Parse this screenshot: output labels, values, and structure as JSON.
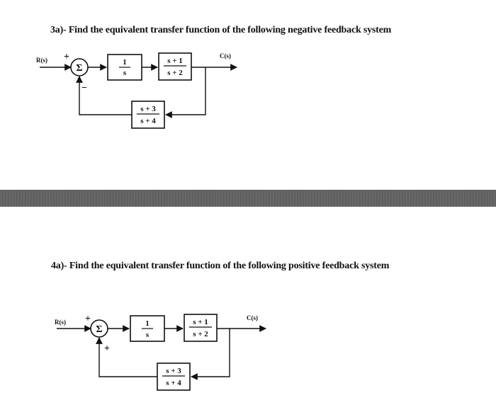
{
  "problems": [
    {
      "title": "3a)- Find the equivalent transfer function of the following negative feedback system",
      "input_label": "R(s)",
      "output_label": "C(s)",
      "summing_symbol": "Σ",
      "sum_sign_top": "+",
      "sum_sign_feedback": "−",
      "blocks": {
        "first": {
          "num": "1",
          "den": "s"
        },
        "second": {
          "num": "s + 1",
          "den": "s + 2"
        },
        "feedback": {
          "num": "s + 3",
          "den": "s + 4"
        }
      }
    },
    {
      "title": "4a)- Find the equivalent transfer function of the following positive feedback system",
      "input_label": "R(s)",
      "output_label": "C(s)",
      "summing_symbol": "Σ",
      "sum_sign_top": "+",
      "sum_sign_feedback": "+",
      "blocks": {
        "first": {
          "num": "1",
          "den": "s"
        },
        "second": {
          "num": "s + 1",
          "den": "s + 2"
        },
        "feedback": {
          "num": "s + 3",
          "den": "s + 4"
        }
      }
    }
  ]
}
